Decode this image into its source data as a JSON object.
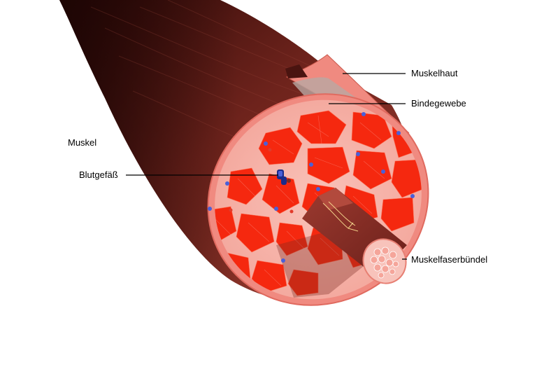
{
  "labels": {
    "muskel": "Muskel",
    "blutgefaess": "Blutgefäß",
    "muskelhaut": "Muskelhaut",
    "bindegewebe": "Bindegewebe",
    "muskelfaserbuendel": "Muskelfaserbündel"
  },
  "colors": {
    "muscle_dark": "#3a0f0d",
    "muscle_mid": "#7a2a22",
    "muscle_light": "#a8483c",
    "fascia": "#f08a80",
    "connective": "#f6b3aa",
    "bundle": "#f5280f",
    "vessel": "#4a5fd8",
    "vessel_dark": "#1a2a8a",
    "nerve": "#f3d28a"
  }
}
